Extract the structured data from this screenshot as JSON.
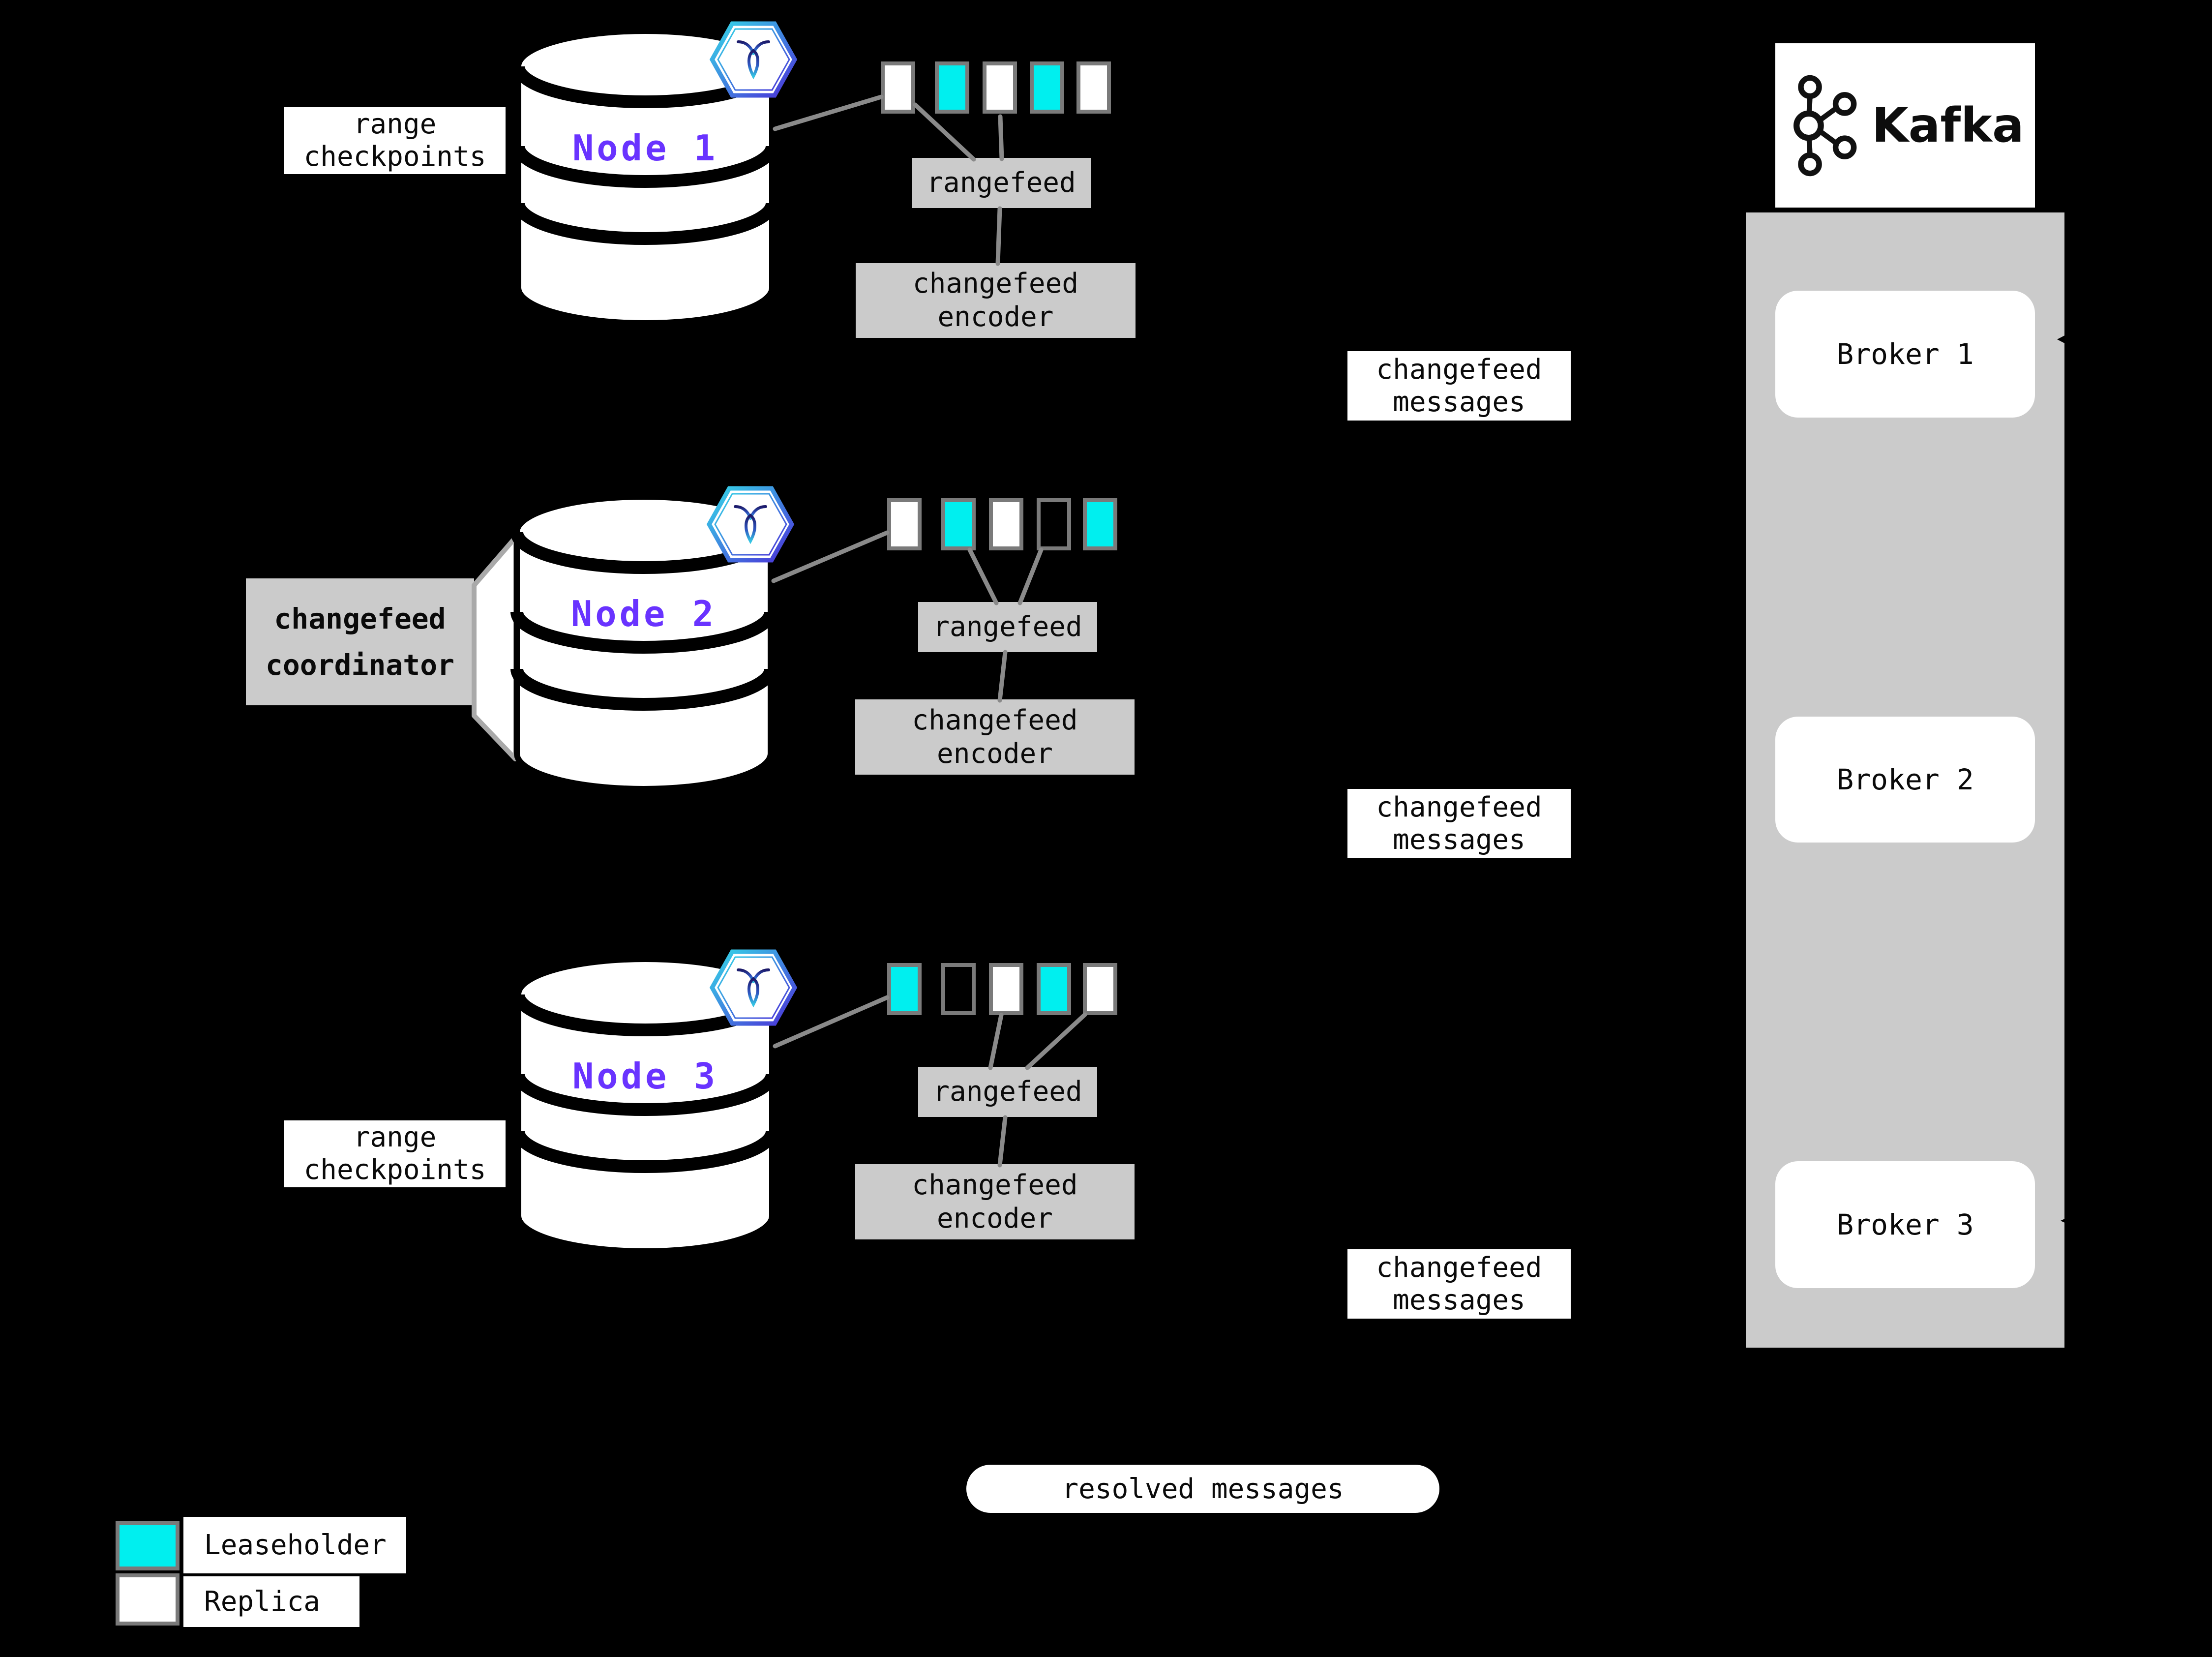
{
  "nodes": [
    {
      "name": "Node 1",
      "rangefeed_label": "rangefeed",
      "encoder_label_line1": "changefeed",
      "encoder_label_line2": "encoder",
      "messages_label_line1": "changefeed",
      "messages_label_line2": "messages",
      "ranges": [
        "replica",
        "leaseholder",
        "replica",
        "leaseholder",
        "replica"
      ]
    },
    {
      "name": "Node 2",
      "rangefeed_label": "rangefeed",
      "encoder_label_line1": "changefeed",
      "encoder_label_line2": "encoder",
      "messages_label_line1": "changefeed",
      "messages_label_line2": "messages",
      "ranges": [
        "replica",
        "leaseholder",
        "replica",
        "empty",
        "leaseholder"
      ]
    },
    {
      "name": "Node 3",
      "rangefeed_label": "rangefeed",
      "encoder_label_line1": "changefeed",
      "encoder_label_line2": "encoder",
      "messages_label_line1": "changefeed",
      "messages_label_line2": "messages",
      "ranges": [
        "leaseholder",
        "empty",
        "replica",
        "leaseholder",
        "replica"
      ]
    }
  ],
  "labels": {
    "range_checkpoints_line1": "range",
    "range_checkpoints_line2": "checkpoints",
    "coordinator_line1": "changefeed",
    "coordinator_line2": "coordinator",
    "resolved_messages": "resolved messages"
  },
  "kafka": {
    "brand": "Kafka",
    "brokers": [
      "Broker 1",
      "Broker 2",
      "Broker 3"
    ]
  },
  "legend": {
    "items": [
      {
        "kind": "leaseholder",
        "label": "Leaseholder"
      },
      {
        "kind": "replica",
        "label": "Replica"
      }
    ]
  },
  "icons": {
    "node_badge": "cockroachdb-icon",
    "broker_logo": "kafka-icon"
  },
  "colors": {
    "background": "#000000",
    "leaseholder": "#00efef",
    "replica": "#ffffff",
    "empty": "transparent",
    "node_label": "#6933ff",
    "panel_gray": "#cbcbcb",
    "range_border": "#7a7a7a",
    "connector": "#8a8a8a"
  }
}
